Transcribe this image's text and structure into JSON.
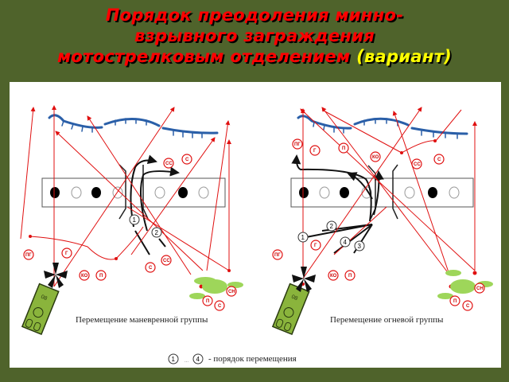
{
  "title": {
    "line1": "Порядок преодоления минно-",
    "line2": "взрывного заграждения",
    "line3_main": "мотострелковым отделением",
    "line3_variant": "(вариант)"
  },
  "colors": {
    "background": "#4f632b",
    "title_red": "#ff0000",
    "title_yellow": "#ffff00",
    "route_red": "#e01010",
    "trench_blue": "#2a5fa8",
    "vehicle_green": "#8ab43c",
    "bush_green": "#9ed65a"
  },
  "left_diagram": {
    "caption": "Перемещение маневренной группы",
    "order_numbers": [
      "1",
      "2"
    ],
    "unit_labels": [
      "СС",
      "С",
      "ПГ",
      "Г",
      "КО",
      "П",
      "С",
      "СС",
      "П",
      "С",
      "СН"
    ]
  },
  "right_diagram": {
    "caption": "Перемещение огневой группы",
    "order_numbers": [
      "1",
      "2",
      "3",
      "4"
    ],
    "unit_labels": [
      "ПГ",
      "Г",
      "П",
      "КО",
      "СС",
      "С",
      "ПГ",
      "Г",
      "КО",
      "П",
      "П",
      "С",
      "СН"
    ]
  },
  "legend": {
    "first": "1",
    "ellipsis": "...",
    "last": "4",
    "text": "-  порядок перемещения"
  },
  "vehicle": {
    "label": "08"
  }
}
